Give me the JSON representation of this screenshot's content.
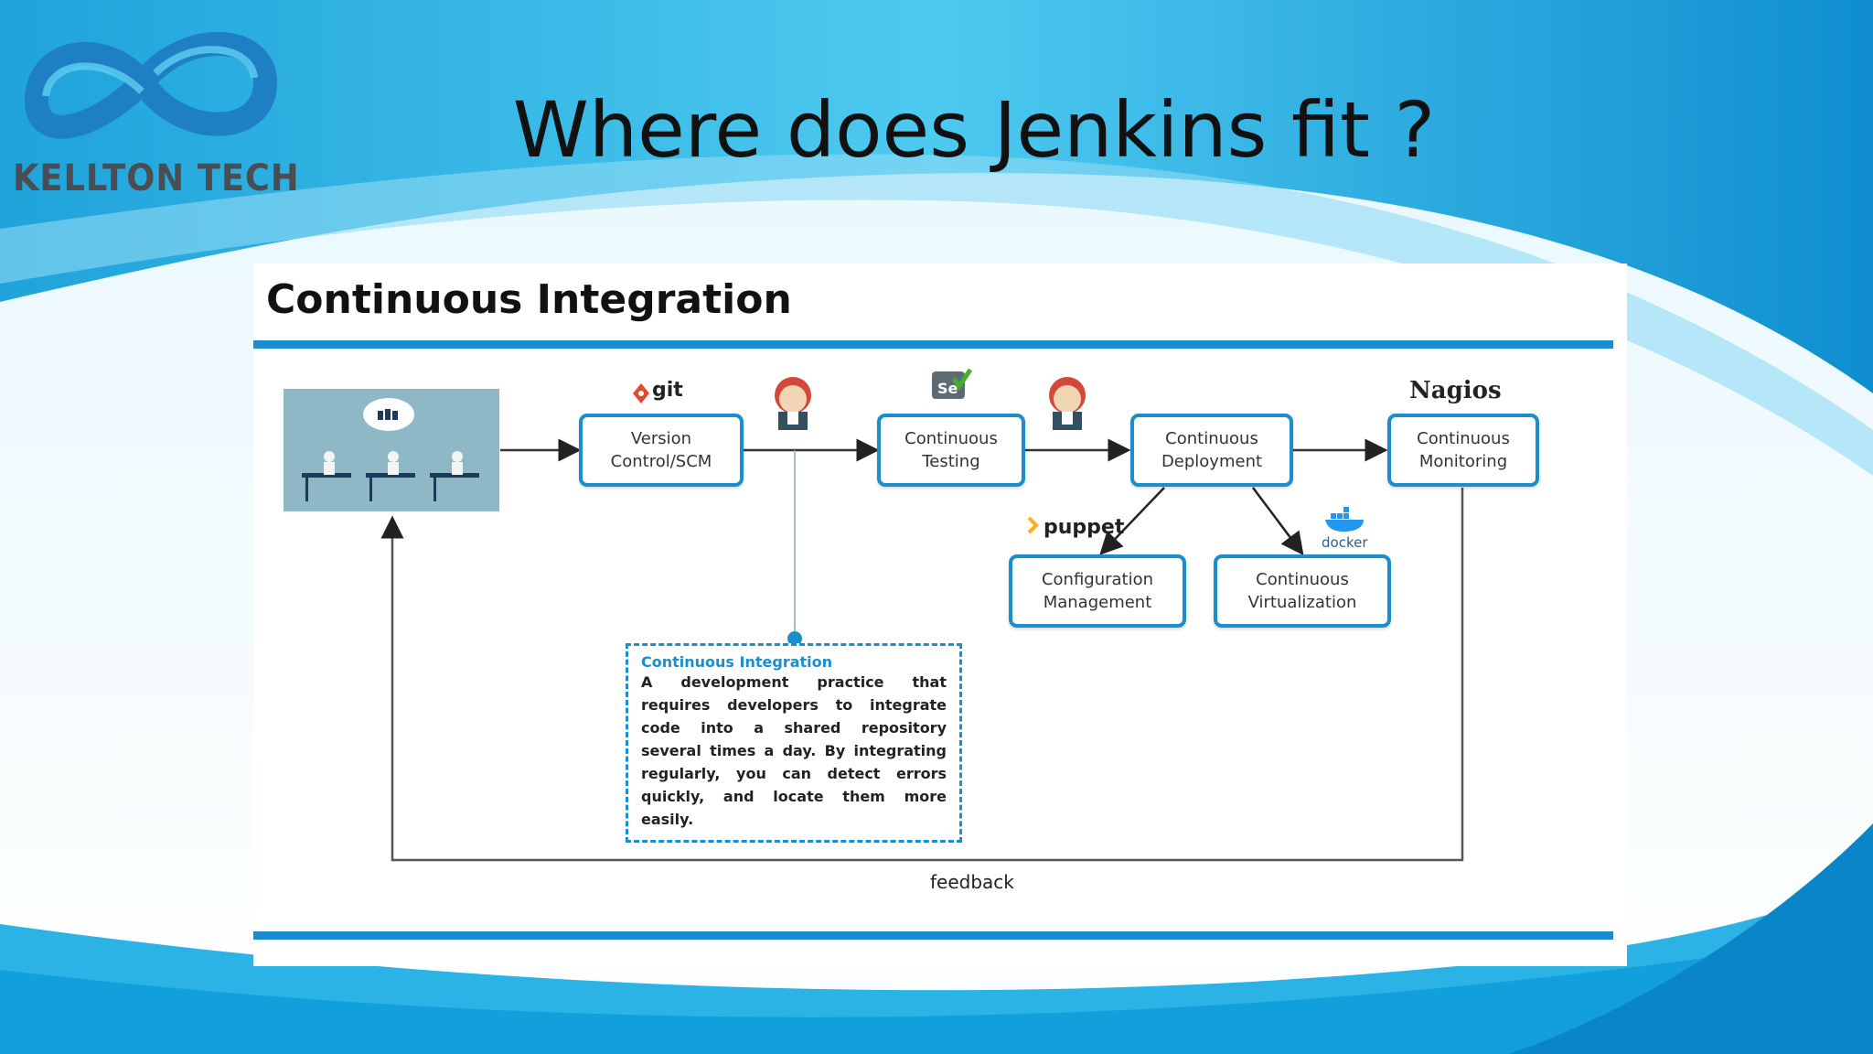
{
  "slide": {
    "title": "Where does Jenkins fit ?",
    "logo_text": "KELLTON TECH"
  },
  "panel": {
    "title": "Continuous Integration",
    "stages": [
      {
        "id": "scm",
        "label": "Version\nControl/SCM",
        "tool": "git"
      },
      {
        "id": "testing",
        "label": "Continuous\nTesting",
        "tool": "selenium"
      },
      {
        "id": "deployment",
        "label": "Continuous\nDeployment",
        "tool": "jenkins"
      },
      {
        "id": "monitoring",
        "label": "Continuous\nMonitoring",
        "tool": "Nagios"
      },
      {
        "id": "config",
        "label": "Configuration\nManagement",
        "tool": "puppet"
      },
      {
        "id": "virtualization",
        "label": "Continuous\nVirtualization",
        "tool": "docker"
      }
    ],
    "tool_labels": {
      "git": "git",
      "puppet": "puppet",
      "nagios": "Nagios",
      "docker": "docker",
      "jenkins": "Jenkins"
    },
    "note": {
      "title": "Continuous Integration",
      "body": "A development practice that requires developers to integrate code into a shared repository several times a day. By integrating regularly, you can detect errors quickly, and locate them more easily."
    },
    "feedback_label": "feedback"
  },
  "colors": {
    "accent_blue": "#1b8fce",
    "rule_blue": "#1a8dd1",
    "bg_light": "#d9f1fb",
    "bg_mid": "#39bde8"
  },
  "icons": [
    "infinity-logo-icon",
    "git-icon",
    "jenkins-icon",
    "selenium-icon",
    "puppet-icon",
    "docker-icon",
    "nagios-logo",
    "cloud-icon"
  ]
}
